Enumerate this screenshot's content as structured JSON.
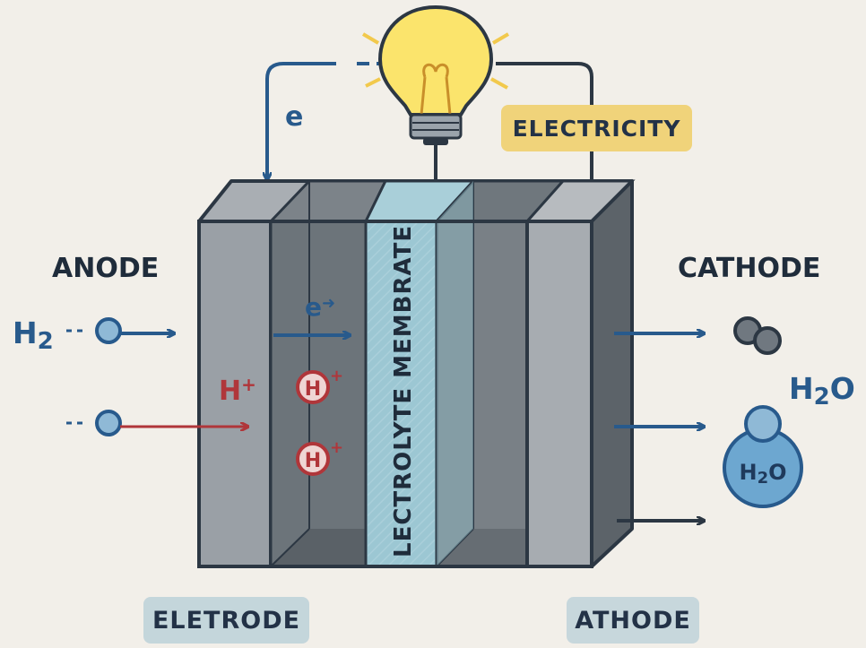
{
  "labels": {
    "electricity": "ELECTRICITY",
    "anode": "ANODE",
    "cathode": "CATHODE",
    "membrane": "LECTROLYTE MEMBRATE",
    "left_electrode": "ELETRODE",
    "right_electrode": "ATHODE",
    "top_electron": "e",
    "inner_electron": "e",
    "proton_label": "H",
    "proton_charge": "+",
    "ion_symbol": "H",
    "ion_charge": "+",
    "h2_base": "H",
    "h2_sub": "2",
    "h2o_base": "H",
    "h2o_sub": "2",
    "h2o_tail": "O",
    "molecule_base": "H",
    "molecule_sub": "2",
    "molecule_tail": "O"
  },
  "colors": {
    "background": "#f2efe9",
    "outline": "#2c3743",
    "blue": "#285a8c",
    "red": "#b0363a",
    "membrane": "#9cc7d3",
    "bulb": "#fbe46c",
    "label_pill": "#c4d6db",
    "electricity_pill": "#f0d37a"
  },
  "icons": [
    "lightbulb-icon",
    "hydrogen-molecule-icon",
    "water-molecule-icon"
  ]
}
